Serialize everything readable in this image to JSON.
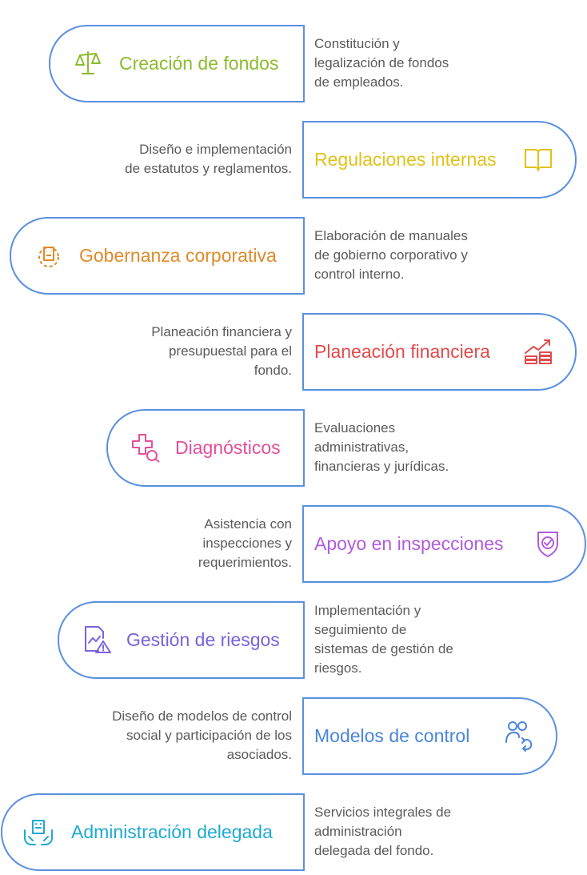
{
  "items": [
    {
      "title": "Creación de fondos",
      "desc": [
        "Constitución y",
        "legalización de fondos",
        "de empleados."
      ],
      "color": "#8dbb2e",
      "icon": "scales-icon"
    },
    {
      "title": "Regulaciones internas",
      "desc": [
        "Diseño e implementación",
        "de estatutos y reglamentos."
      ],
      "color": "#e0c21a",
      "icon": "book-icon"
    },
    {
      "title": "Gobernanza corporativa",
      "desc": [
        "Elaboración de manuales",
        "de gobierno corporativo y",
        "control interno."
      ],
      "color": "#e08a2a",
      "icon": "gear-building-icon"
    },
    {
      "title": "Planeación financiera",
      "desc": [
        "Planeación financiera y",
        "presupuestal para el",
        "fondo."
      ],
      "color": "#e24b4b",
      "icon": "coins-growth-icon"
    },
    {
      "title": "Diagnósticos",
      "desc": [
        "Evaluaciones",
        "administrativas,",
        "financieras y jurídicas."
      ],
      "color": "#e24f9a",
      "icon": "medical-search-icon"
    },
    {
      "title": "Apoyo en inspecciones",
      "desc": [
        "Asistencia con",
        "inspecciones y",
        "requerimientos."
      ],
      "color": "#b25cdc",
      "icon": "shield-check-icon"
    },
    {
      "title": "Gestión de riesgos",
      "desc": [
        "Implementación y",
        "seguimiento de",
        "sistemas de gestión de",
        "riesgos."
      ],
      "color": "#7b62dc",
      "icon": "risk-chart-icon"
    },
    {
      "title": "Modelos de control",
      "desc": [
        "Diseño de modelos de control",
        "social y participación de los",
        "asociados."
      ],
      "color": "#4a86dc",
      "icon": "people-sync-icon"
    },
    {
      "title": "Administración delegada",
      "desc": [
        "Servicios integrales de",
        "administración",
        "delegada del fondo."
      ],
      "color": "#1faad0",
      "icon": "hands-building-icon"
    }
  ]
}
